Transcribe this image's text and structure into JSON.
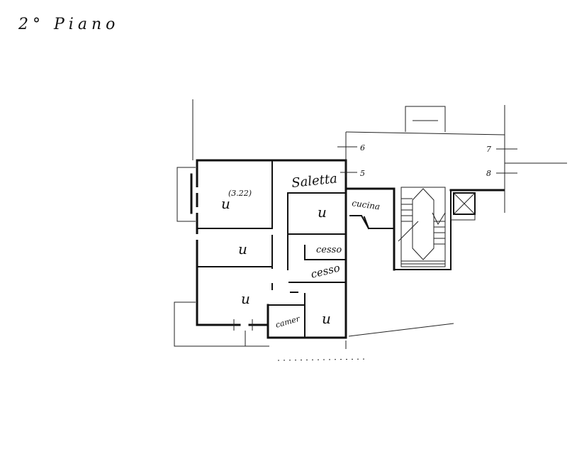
{
  "floor": {
    "title": "2° Piano"
  },
  "markers": [
    {
      "id": "5",
      "label": "5"
    },
    {
      "id": "6",
      "label": "6"
    },
    {
      "id": "7",
      "label": "7"
    },
    {
      "id": "8",
      "label": "8"
    }
  ],
  "rooms": {
    "room_1": {
      "label": "u",
      "dimension": "(3.22)"
    },
    "room_2": {
      "label": "u"
    },
    "room_3": {
      "label": "u"
    },
    "room_4": {
      "label": "u"
    },
    "room_5": {
      "label": "u"
    },
    "saletta": {
      "label": "Saletta"
    },
    "cucina": {
      "label": "cucina"
    },
    "cesso_1": {
      "label": "cesso"
    },
    "cesso_2": {
      "label": "cesso"
    },
    "camera": {
      "label": "camer"
    }
  }
}
